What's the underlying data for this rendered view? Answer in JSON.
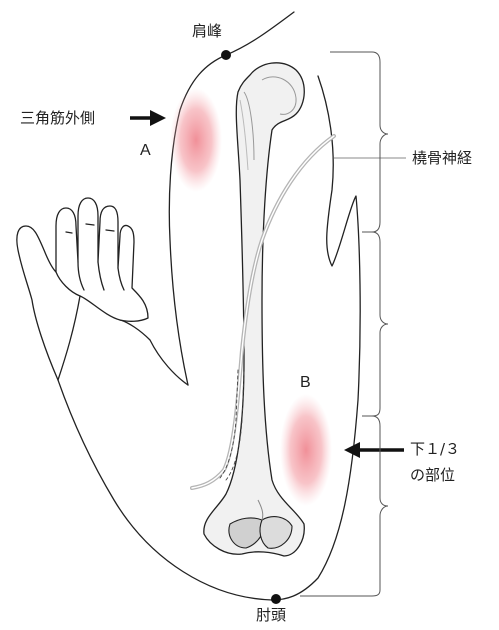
{
  "labels": {
    "acromion": "肩峰",
    "deltoid_lateral": "三角筋外側",
    "point_a": "A",
    "point_b": "B",
    "radial_nerve": "橈骨神経",
    "lower_third_line1": "下１/３",
    "lower_third_line2": "の部位",
    "olecranon": "肘頭"
  },
  "colors": {
    "outline": "#222222",
    "bone_fill": "#f1f1f1",
    "bone_shade": "#d0d0d0",
    "nerve": "#b5b5b5",
    "injection_site": "#ee7c86",
    "bracket": "#555555",
    "marker": "#111111"
  },
  "measurement": {
    "segments": 3,
    "highlighted_segment": "lower third"
  }
}
